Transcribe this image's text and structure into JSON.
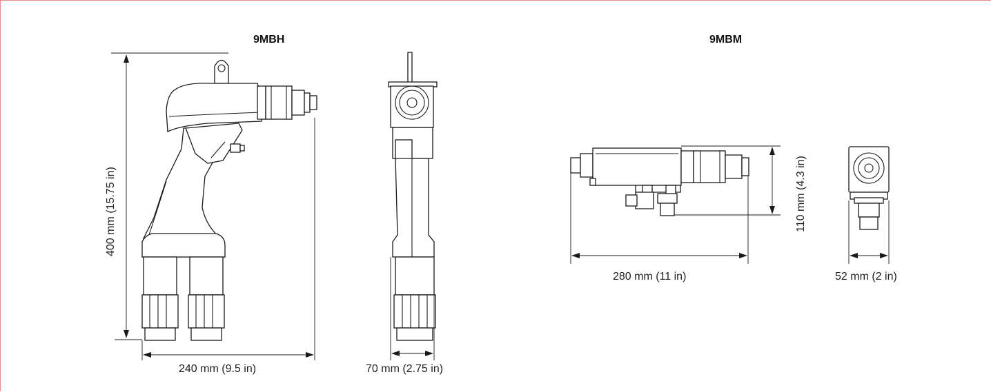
{
  "models": {
    "left_title": "9MBH",
    "right_title": "9MBM"
  },
  "dimensions": {
    "mbh_height": "400 mm (15.75 in)",
    "mbh_length": "240 mm (9.5 in)",
    "mbh_width": "70 mm (2.75 in)",
    "mbm_length": "280 mm (11 in)",
    "mbm_height": "110 mm (4.3 in)",
    "mbm_width": "52 mm (2 in)"
  },
  "colors": {
    "frame_border": "#e88a8a",
    "line": "#1a1a1a"
  }
}
